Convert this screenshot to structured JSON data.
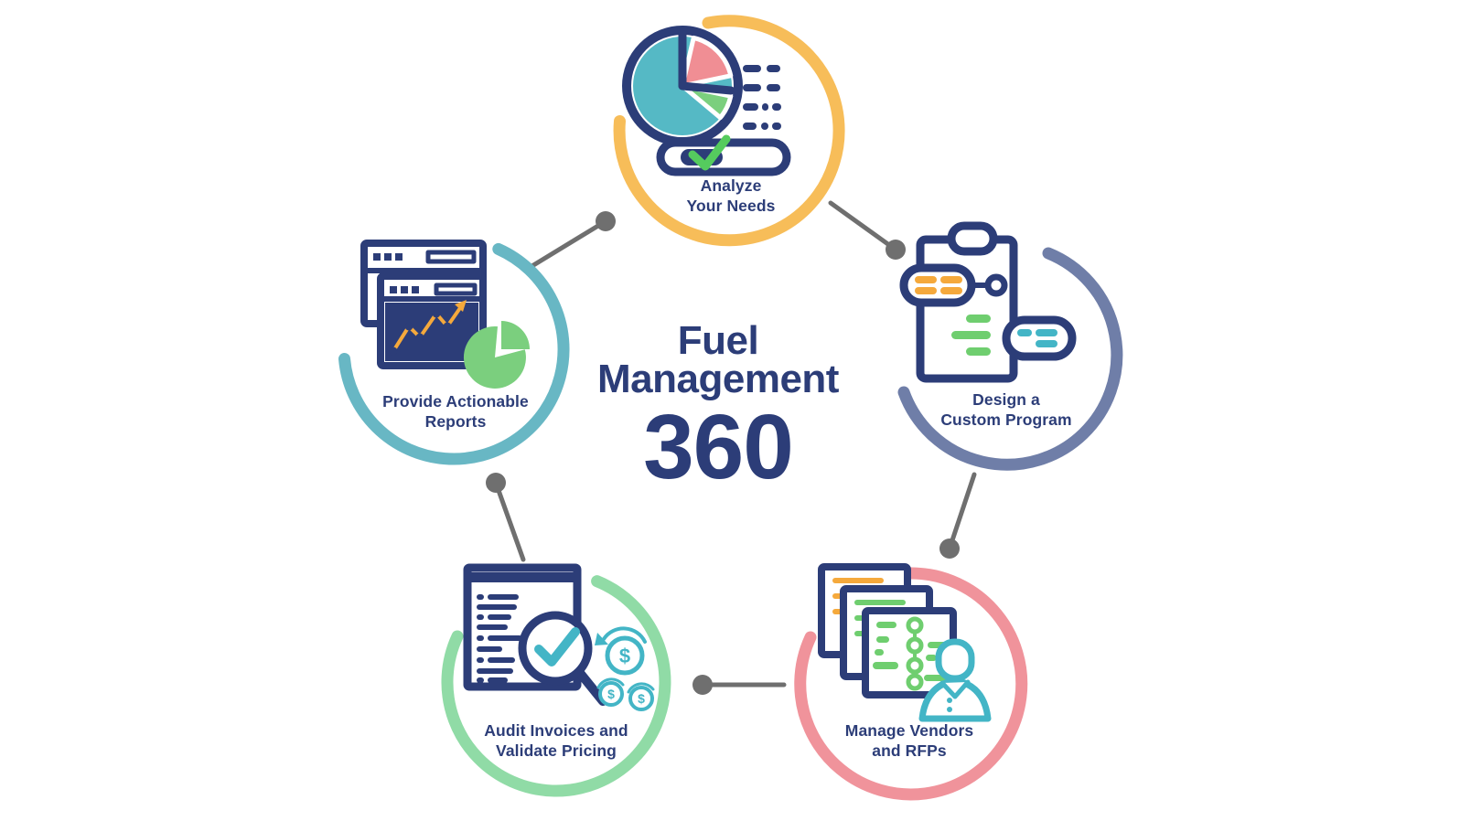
{
  "title": {
    "line1": "Fuel",
    "line2": "Management",
    "line3": "360"
  },
  "nodes": [
    {
      "id": "analyze-your-needs",
      "lines": [
        "Analyze",
        "Your Needs"
      ],
      "ring_color": "#F7BD59",
      "icon": "pie-chart-report-icon"
    },
    {
      "id": "design-a-custom-program",
      "lines": [
        "Design a",
        "Custom Program"
      ],
      "ring_color": "#6F7EA8",
      "icon": "clipboard-flowchart-icon"
    },
    {
      "id": "manage-vendors-and-rfps",
      "lines": [
        "Manage Vendors",
        "and RFPs"
      ],
      "ring_color": "#F0939B",
      "icon": "documents-person-icon"
    },
    {
      "id": "audit-invoices-and-validate-pricing",
      "lines": [
        "Audit Invoices and",
        "Validate Pricing"
      ],
      "ring_color": "#90DBA6",
      "icon": "invoice-magnifier-coins-icon"
    },
    {
      "id": "provide-actionable-reports",
      "lines": [
        "Provide Actionable",
        "Reports"
      ],
      "ring_color": "#68B7C4",
      "icon": "browser-chart-pie-icon"
    }
  ],
  "symbols": {
    "dollar": "$"
  },
  "colors": {
    "navy": "#2C3D78",
    "yellow": "#F7BD59",
    "slate": "#6F7EA8",
    "pink": "#F0939B",
    "greenring": "#90DBA6",
    "tealring": "#68B7C4",
    "teal": "#43B5C6",
    "pieteal": "#55B9C5",
    "piepink": "#F08E94",
    "piegreen": "#7BCF7E",
    "green": "#6FCE6F",
    "check": "#55CB5E",
    "orange": "#F5A93C",
    "gray": "#6F6F6F",
    "textnavy": "#2C3D78"
  }
}
